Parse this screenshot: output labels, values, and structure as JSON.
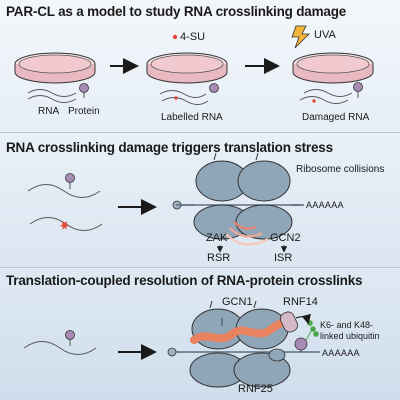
{
  "panel1": {
    "title": "PAR-CL as a model to study RNA crosslinking damage",
    "step2_label": "4-SU",
    "step3_label": "UVA",
    "rna_label": "RNA",
    "protein_label": "Protein",
    "labelled_label": "Labelled RNA",
    "damaged_label": "Damaged RNA"
  },
  "panel2": {
    "title": "RNA crosslinking damage triggers translation stress",
    "collisions_label": "Ribosome collisions",
    "polya_label": "AAAAAA",
    "zak_label": "ZAK",
    "gcn2_label": "GCN2",
    "rsr_label": "RSR",
    "isr_label": "ISR"
  },
  "panel3": {
    "title": "Translation-coupled resolution of RNA-protein crosslinks",
    "gcn1_label": "GCN1",
    "rnf14_label": "RNF14",
    "rnf25_label": "RNF25",
    "polya_label": "AAAAAA",
    "ubiquitin_label_1": "K6- and K48-",
    "ubiquitin_label_2": "linked ubiquitin"
  },
  "colors": {
    "dish_fill": "#f2c9cf",
    "protein": "#a78bb4",
    "ribosome": "#8fa5b8",
    "crosslink": "#e24a3a",
    "label_dot": "#e24a3a",
    "gcn1": "#e8825f",
    "rnf14": "#d6b9c8",
    "rnf25": "#8fa5b8",
    "ubiquitin": "#4aa84a",
    "lightning": "#f3b43a",
    "zak_wave": "#e8826f"
  }
}
